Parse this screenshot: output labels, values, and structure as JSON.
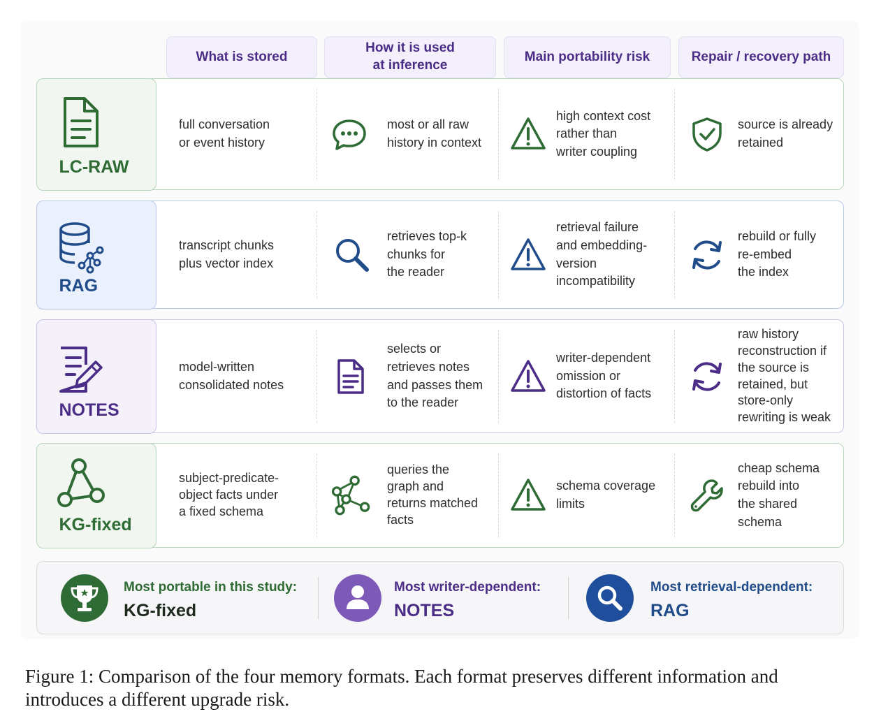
{
  "columns": [
    "What is stored",
    "How it is used\nat inference",
    "Main portability risk",
    "Repair / recovery path"
  ],
  "rows": [
    {
      "name": "LC-RAW",
      "stored": "full conversation\nor event history",
      "used": "most or all raw\nhistory in context",
      "risk": "high context cost\nrather than\nwriter coupling",
      "repair": "source is already\nretained"
    },
    {
      "name": "RAG",
      "stored": "transcript chunks\nplus vector index",
      "used": "retrieves top-k\nchunks for\nthe reader",
      "risk": "retrieval failure\nand embedding-\nversion\nincompatibility",
      "repair": "rebuild or fully\nre-embed\nthe index"
    },
    {
      "name": "NOTES",
      "stored": "model-written\nconsolidated notes",
      "used": "selects or\nretrieves notes\nand passes them\nto the reader",
      "risk": "writer-dependent\nomission or\ndistortion of facts",
      "repair": "raw history\nreconstruction if\nthe source is\nretained, but\nstore-only\nrewriting is weak"
    },
    {
      "name": "KG-fixed",
      "stored": "subject-predicate-\nobject facts under\na fixed schema",
      "used": "queries the\ngraph and\nreturns matched\nfacts",
      "risk": "schema coverage\nlimits",
      "repair": "cheap schema\nrebuild into\nthe shared\nschema"
    }
  ],
  "summary": [
    {
      "label": "Most portable in this study:",
      "value": "KG-fixed",
      "icon": "trophy-icon"
    },
    {
      "label": "Most writer-dependent:",
      "value": "NOTES",
      "icon": "person-icon"
    },
    {
      "label": "Most retrieval-dependent:",
      "value": "RAG",
      "icon": "search-icon"
    }
  ],
  "colors": {
    "green": "#2f6b34",
    "blue": "#214c8a",
    "purple": "#4b2d87"
  },
  "caption": "Figure 1: Comparison of the four memory formats. Each format preserves different information and introduces a different upgrade risk."
}
